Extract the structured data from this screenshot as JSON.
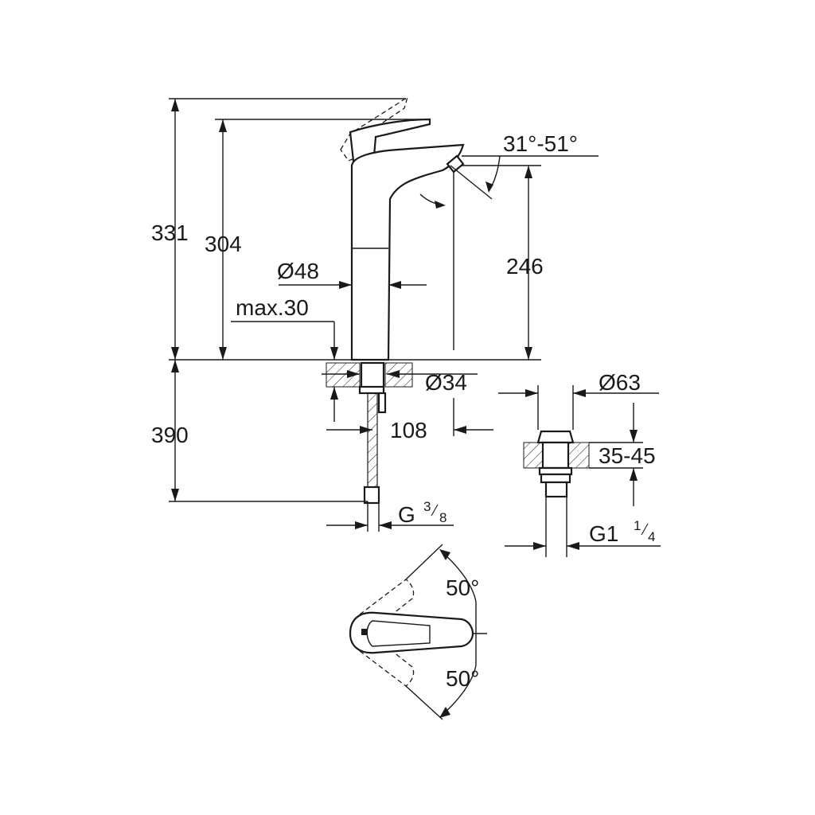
{
  "dimensions": {
    "overall_height": "331",
    "spout_height": "304",
    "body_diameter": "Ø48",
    "max_thickness": "max.30",
    "outlet_height": "246",
    "spray_angle": "31°-51°",
    "hole_diameter": "Ø34",
    "projection": "108",
    "hose_length": "390",
    "hose_thread_main": "G",
    "hose_thread_num": "3",
    "hose_thread_den": "8",
    "waste_diameter": "Ø63",
    "waste_thickness": "35-45",
    "waste_thread_main": "G1",
    "waste_thread_num": "1",
    "waste_thread_den": "4",
    "lever_angle_top": "50°",
    "lever_angle_bottom": "50°"
  }
}
